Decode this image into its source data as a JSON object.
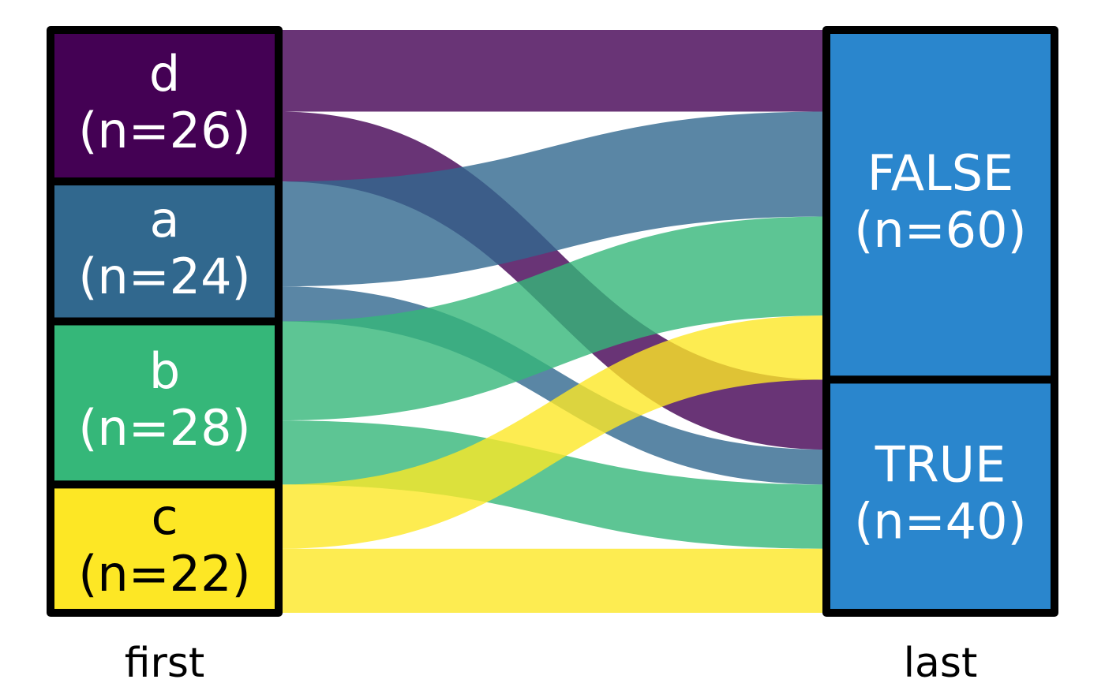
{
  "chart_data": {
    "type": "alluvial",
    "axes": [
      "first",
      "last"
    ],
    "left_nodes": [
      {
        "name": "d",
        "n_label": "(n=26)",
        "n": 26,
        "color": "#440154",
        "text_color": "#ffffff"
      },
      {
        "name": "a",
        "n_label": "(n=24)",
        "n": 24,
        "color": "#31688e",
        "text_color": "#ffffff"
      },
      {
        "name": "b",
        "n_label": "(n=28)",
        "n": 28,
        "color": "#35b779",
        "text_color": "#ffffff"
      },
      {
        "name": "c",
        "n_label": "(n=22)",
        "n": 22,
        "color": "#fde725",
        "text_color": "#000000"
      }
    ],
    "right_nodes": [
      {
        "name": "FALSE",
        "n_label": "(n=60)",
        "n": 60,
        "color": "#2a86cd",
        "text_color": "#ffffff"
      },
      {
        "name": "TRUE",
        "n_label": "(n=40)",
        "n": 40,
        "color": "#2a86cd",
        "text_color": "#ffffff"
      }
    ],
    "flows": [
      {
        "from": "d",
        "to": "FALSE",
        "value": 14
      },
      {
        "from": "d",
        "to": "TRUE",
        "value": 12
      },
      {
        "from": "a",
        "to": "FALSE",
        "value": 18
      },
      {
        "from": "a",
        "to": "TRUE",
        "value": 6
      },
      {
        "from": "b",
        "to": "FALSE",
        "value": 17
      },
      {
        "from": "b",
        "to": "TRUE",
        "value": 11
      },
      {
        "from": "c",
        "to": "FALSE",
        "value": 11
      },
      {
        "from": "c",
        "to": "TRUE",
        "value": 11
      }
    ],
    "flow_opacity": 0.8
  }
}
